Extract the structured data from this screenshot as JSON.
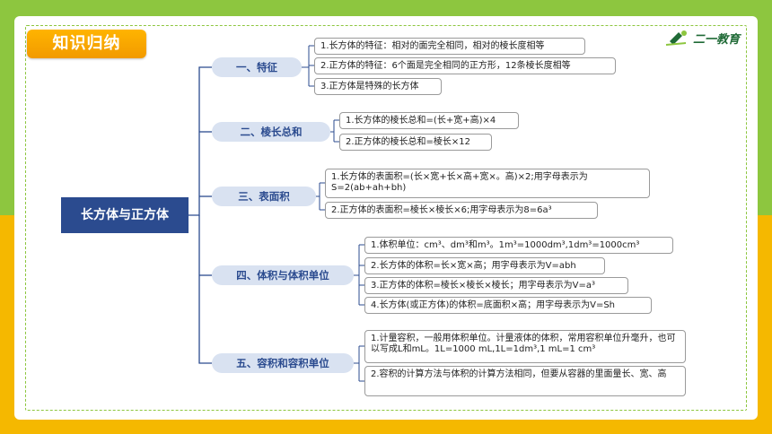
{
  "header": {
    "title": "知识归纳",
    "logo_text": "二一教育"
  },
  "root": {
    "label": "长方体与正方体"
  },
  "branches": [
    {
      "label": "一、特征",
      "items": [
        "1.长方体的特征：相对的面完全相同，相对的棱长度相等",
        "2.正方体的特征：6个面是完全相同的正方形，12条棱长度相等",
        "3.正方体是特殊的长方体"
      ]
    },
    {
      "label": "二、棱长总和",
      "items": [
        "1.长方体的棱长总和=(长+宽+高)×4",
        "2.正方体的棱长总和=棱长×12"
      ]
    },
    {
      "label": "三、表面积",
      "items": [
        "1.长方体的表面积=(长×宽+长×高+宽×。高)×2;用字母表示为S=2(ab+ah+bh)",
        "2.正方体的表面积=棱长×棱长×6;用字母表示为8=6a³"
      ]
    },
    {
      "label": "四、体积与体积单位",
      "items": [
        "1.体积单位：cm³、dm³和m³。1m³=1000dm³,1dm³=1000cm³",
        "2.长方体的体积=长×宽×高；用字母表示为V=abh",
        "3.正方体的体积=棱长×棱长×棱长；用字母表示为V=a³",
        "4.长方体(或正方体)的体积=底面积×高；用字母表示为V=Sh"
      ]
    },
    {
      "label": "五、容积和容积单位",
      "items": [
        "1.计量容积，一般用体积单位。计量液体的体积，常用容积单位升毫升，也可以写成L和mL。1L=1000 mL,1L=1dm³,1 mL=1 cm³",
        "2.容积的计算方法与体积的计算方法相同，但要从容器的里面量长、宽、高"
      ]
    }
  ]
}
